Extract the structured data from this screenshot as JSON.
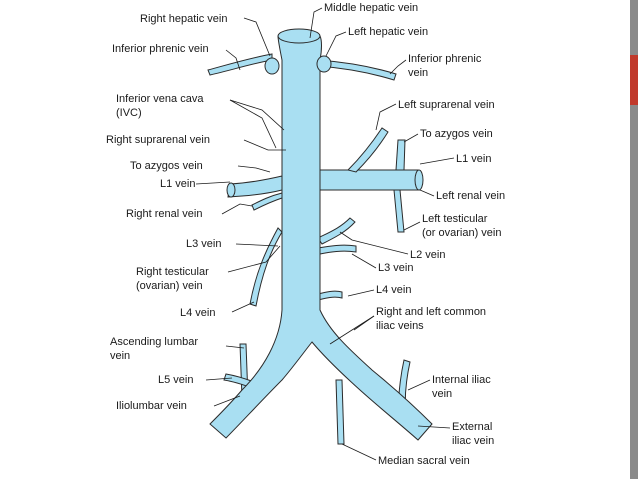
{
  "labels": {
    "middle_hepatic": "Middle hepatic vein",
    "right_hepatic": "Right hepatic vein",
    "left_hepatic": "Left hepatic vein",
    "inferior_phrenic_right": "Inferior phrenic vein",
    "inferior_phrenic_left_1": "Inferior phrenic",
    "inferior_phrenic_left_2": "vein",
    "ivc_1": "Inferior vena cava",
    "ivc_2": "(IVC)",
    "left_suprarenal": "Left suprarenal vein",
    "to_azygos_right": "To azygos vein",
    "right_suprarenal": "Right suprarenal vein",
    "l1_right": "L1 vein",
    "to_azygos_left": "To azygos vein",
    "right_renal": "Right renal vein",
    "l1_left": "L1 vein",
    "left_renal": "Left renal vein",
    "left_testicular_1": "Left testicular",
    "left_testicular_2": "(or ovarian) vein",
    "l3_left": "L3 vein",
    "l2_vein": "L2 vein",
    "right_testicular_1": "Right testicular",
    "right_testicular_2": "(ovarian) vein",
    "l3_right": "L3 vein",
    "l4_right": "L4 vein",
    "l4_left": "L4 vein",
    "common_iliac_1": "Right and left common",
    "common_iliac_2": "iliac veins",
    "ascending_lumbar_1": "Ascending lumbar",
    "ascending_lumbar_2": "vein",
    "l5_vein": "L5 vein",
    "internal_iliac_1": "Internal iliac",
    "internal_iliac_2": "vein",
    "iliolumbar": "Iliolumbar vein",
    "external_iliac_1": "External",
    "external_iliac_2": "iliac vein",
    "median_sacral": "Median sacral vein"
  },
  "colors": {
    "vein_fill": "#a9dff2",
    "outline": "#2b2b2b",
    "text": "#1a1a1a",
    "side_band": "#8a8a8a",
    "side_accent": "#c0392b"
  }
}
